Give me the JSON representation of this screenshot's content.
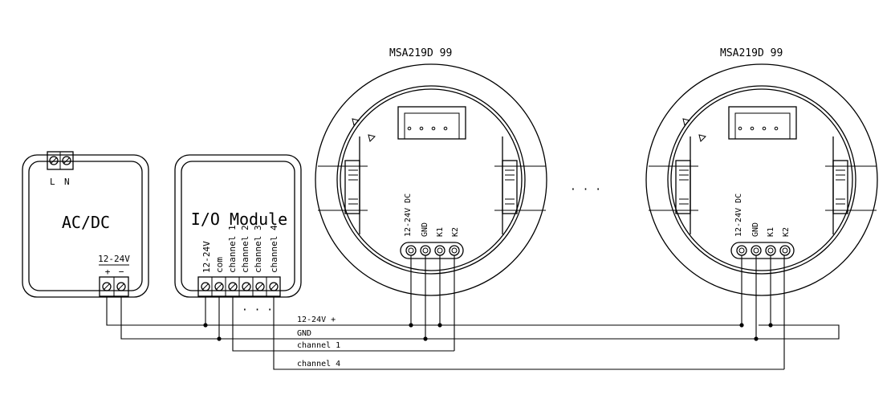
{
  "acdc": {
    "title": "AC/DC",
    "mains": [
      "L",
      "N"
    ],
    "output_label": "12-24V",
    "polarity": [
      "+",
      "−"
    ]
  },
  "io_module": {
    "title": "I/O Module",
    "terminals": [
      "12-24V",
      "com",
      "channel 1",
      "channel 2",
      "channel 3",
      "channel 4"
    ],
    "ellipsis": "· · ·"
  },
  "sensors": [
    {
      "model": "MSA219D 99",
      "terminals": [
        "12-24V DC",
        "GND",
        "K1",
        "K2"
      ]
    },
    {
      "model": "MSA219D 99",
      "terminals": [
        "12-24V DC",
        "GND",
        "K1",
        "K2"
      ]
    }
  ],
  "between_sensors": "·   ·   ·",
  "bus": [
    "12-24V +",
    "GND",
    "channel 1",
    "channel 4"
  ]
}
